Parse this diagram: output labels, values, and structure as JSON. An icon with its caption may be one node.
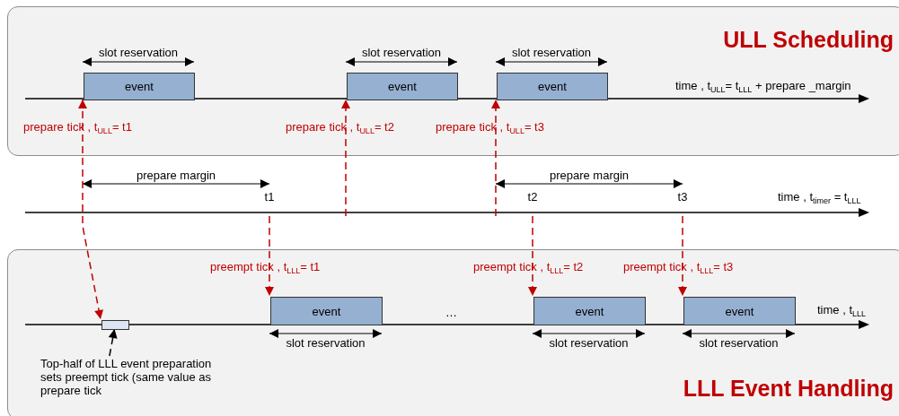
{
  "diagram": {
    "nodes": [
      {
        "text": [
          "ULL Scheduling"
        ]
      },
      {
        "text": [
          "event"
        ],
        "in": 0
      },
      {
        "text": [
          "event"
        ],
        "in": 0
      },
      {
        "text": [
          "event"
        ],
        "in": 0
      },
      {
        "text": [
          "LLL Event Handling"
        ]
      },
      {
        "text": [],
        "shape": "box",
        "in": 4
      },
      {
        "text": [
          "event"
        ],
        "in": 4
      },
      {
        "text": [
          "event"
        ],
        "in": 4
      },
      {
        "text": [
          "event"
        ],
        "in": 4
      },
      {
        "text": [
          "Top-half of LLL event preparation sets preempt tick (same value as prepare tick"
        ],
        "in": 4
      }
    ],
    "edges": [
      {
        "from": 1,
        "to": 5,
        "arrow": "both",
        "style": "dashed",
        "label": "prepare tick , t$_{ULL}$= t1"
      },
      {
        "from": null,
        "to": 2,
        "arrow": "to",
        "style": "dashed",
        "label": "prepare tick , t$_{ULL}$= t2"
      },
      {
        "from": null,
        "to": 3,
        "arrow": "to",
        "style": "dashed",
        "label": "prepare tick , t$_{ULL}$= t3"
      },
      {
        "from": null,
        "to": 6,
        "arrow": "to",
        "style": "dashed",
        "label": "preempt tick , t$_{LLL}$= t1"
      },
      {
        "from": null,
        "to": 7,
        "arrow": "to",
        "style": "dashed",
        "label": "preempt tick , t$_{LLL}$= t2"
      },
      {
        "from": null,
        "to": 8,
        "arrow": "to",
        "style": "dashed",
        "label": "preempt tick , t$_{LLL}$= t3"
      },
      {
        "from": 9,
        "to": 5,
        "arrow": "to",
        "style": "dashed",
        "color": "#000000"
      }
    ],
    "labels": [
      "slot reservation",
      "slot reservation",
      "slot reservation",
      "time , t$_{ULL}$= t$_{LLL}$ + prepare _margin",
      "prepare margin",
      "prepare margin",
      "t1",
      "t2",
      "t3",
      "time , t$_{timer}$ = t$_{LLL}$",
      "…",
      "time , t$_{LLL}$",
      "slot reservation",
      "slot reservation",
      "slot reservation"
    ]
  }
}
